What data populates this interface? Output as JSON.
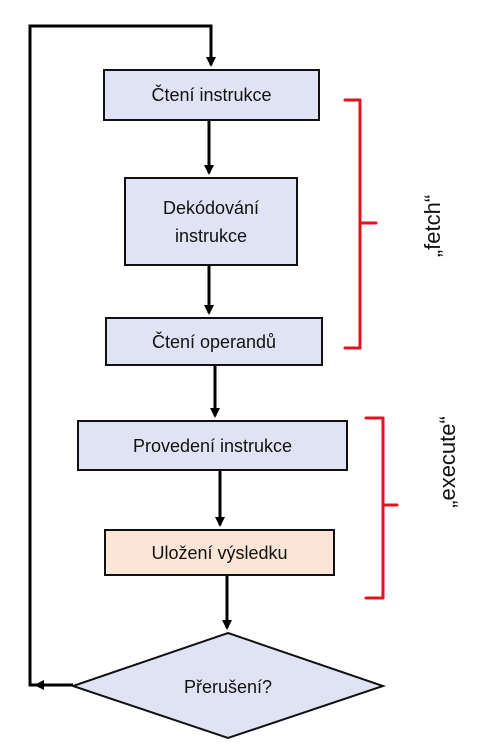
{
  "colors": {
    "box_fill": "#dfe3f3",
    "result_box_fill": "#fbe5d6",
    "outline": "#111111",
    "arrow": "#000000",
    "brace": "#e0141e"
  },
  "nodes": {
    "read_instruction": {
      "label": "Čtení instrukce"
    },
    "decode_instruction": {
      "line1": "Dekódování",
      "line2": "instrukce"
    },
    "read_operands": {
      "label": "Čtení operandů"
    },
    "execute_instruction": {
      "label": "Provedení instrukce"
    },
    "store_result": {
      "label": "Uložení výsledku"
    },
    "interrupt_check": {
      "label": "Přerušení?"
    }
  },
  "phases": {
    "fetch": {
      "label": "„fetch“"
    },
    "execute": {
      "label": "„execute“"
    }
  }
}
